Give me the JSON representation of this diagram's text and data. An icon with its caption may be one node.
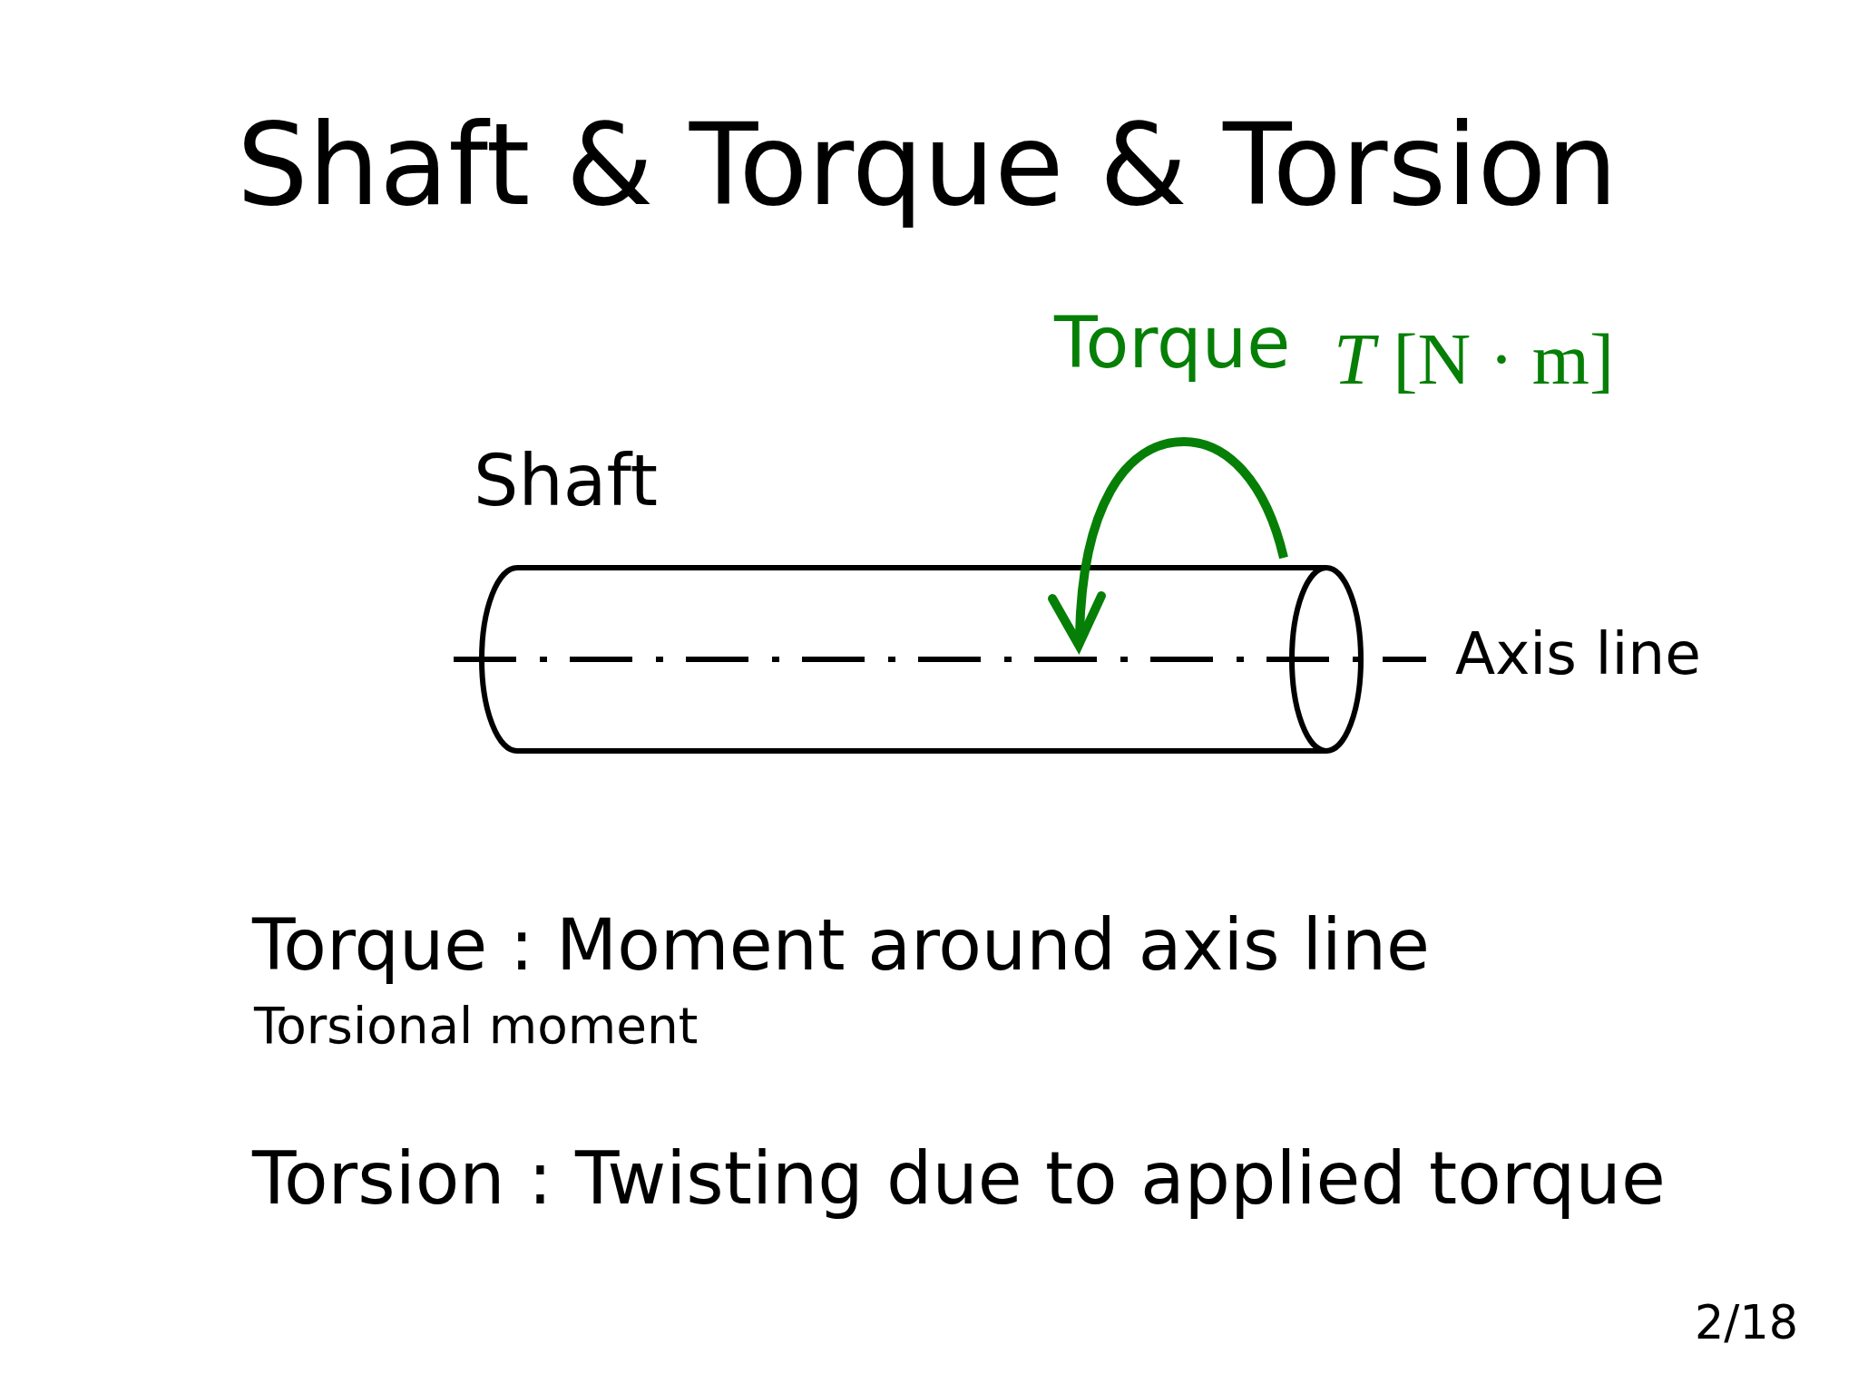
{
  "diagram": {
    "title": "Shaft & Torque & Torsion",
    "labels": [
      "Torque",
      "*T* [N · m]",
      "Shaft",
      "Axis line",
      "Torque : Moment around axis line",
      "Torsional moment",
      "Torsion : Twisting due to applied torque",
      "2/18"
    ]
  }
}
